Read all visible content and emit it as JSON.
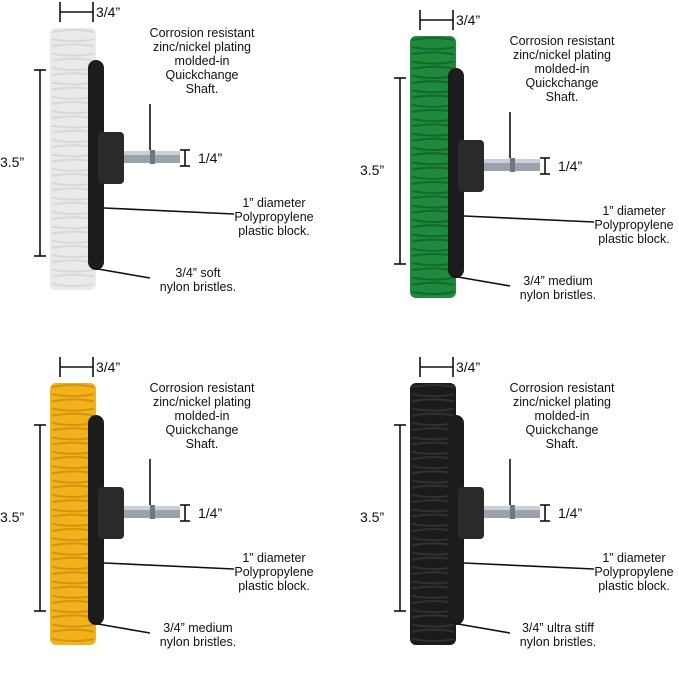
{
  "panels": [
    {
      "color": "#e9eaeb",
      "shade": "#cfd1d3",
      "bristle_label": "3/4” soft\nnylon bristles.",
      "width_label": "3/4”",
      "height_label": "3.5”",
      "shaft_label": "1/4”",
      "plating_label": "Corrosion resistant\nzinc/nickel plating\nmolded-in\nQuickchange\nShaft.",
      "block_label": "1” diameter\nPolypropylene\nplastic block."
    },
    {
      "color": "#1f8a3c",
      "shade": "#0f5e25",
      "bristle_label": "3/4” medium\nnylon bristles.",
      "width_label": "3/4”",
      "height_label": "3.5”",
      "shaft_label": "1/4”",
      "plating_label": "Corrosion resistant\nzinc/nickel plating\nmolded-in\nQuickchange\nShaft.",
      "block_label": "1” diameter\nPolypropylene\nplastic block."
    },
    {
      "color": "#f2b21b",
      "shade": "#c98a08",
      "bristle_label": "3/4” medium\nnylon bristles.",
      "width_label": "3/4”",
      "height_label": "3.5”",
      "shaft_label": "1/4”",
      "plating_label": "Corrosion resistant\nzinc/nickel plating\nmolded-in\nQuickchange\nShaft.",
      "block_label": "1” diameter\nPolypropylene\nplastic block."
    },
    {
      "color": "#1b1b1b",
      "shade": "#3a3a3a",
      "bristle_label": "3/4” ultra stiff\nnylon bristles.",
      "width_label": "3/4”",
      "height_label": "3.5”",
      "shaft_label": "1/4”",
      "plating_label": "Corrosion resistant\nzinc/nickel plating\nmolded-in\nQuickchange\nShaft.",
      "block_label": "1” diameter\nPolypropylene\nplastic block."
    }
  ]
}
